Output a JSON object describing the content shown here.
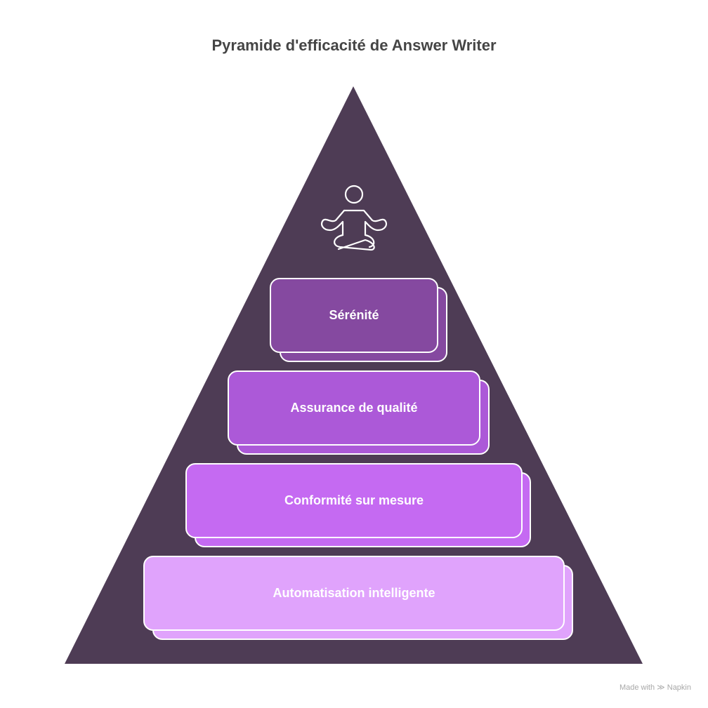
{
  "title": "Pyramide d'efficacité de Answer Writer",
  "icon": "meditation-person-icon",
  "levels": [
    {
      "label": "Sérénité",
      "color": "#8549a0"
    },
    {
      "label": "Assurance de qualité",
      "color": "#ac59d8"
    },
    {
      "label": "Conformité sur mesure",
      "color": "#c56af2"
    },
    {
      "label": "Automatisation intelligente",
      "color": "#e0a3fc"
    }
  ],
  "footer": {
    "made_with": "Made with",
    "brand": "Napkin"
  }
}
